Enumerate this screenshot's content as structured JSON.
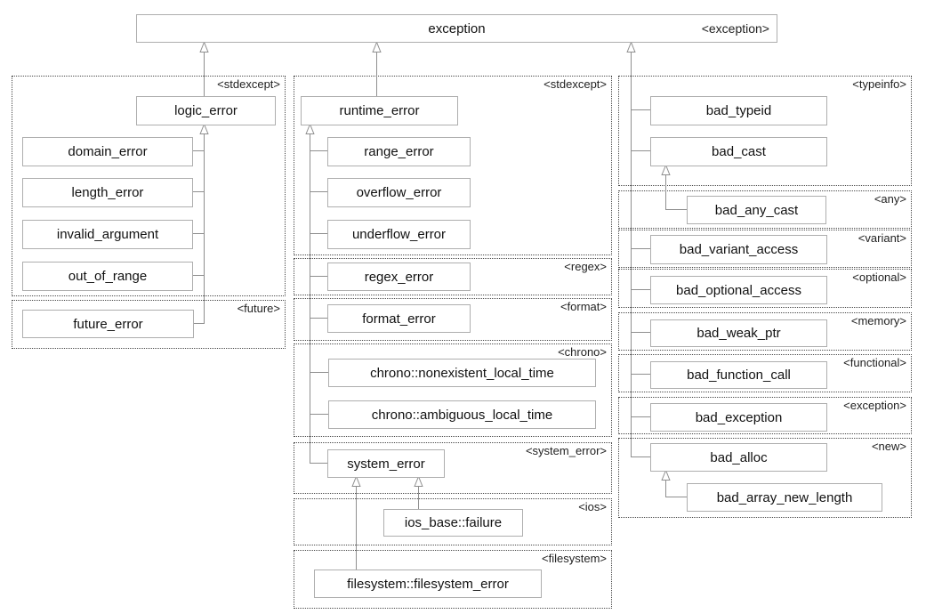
{
  "root": {
    "label": "exception",
    "header": "<exception>"
  },
  "groups": {
    "left_stdexcept": {
      "header": "<stdexcept>"
    },
    "left_future": {
      "header": "<future>"
    },
    "mid_stdexcept": {
      "header": "<stdexcept>"
    },
    "mid_regex": {
      "header": "<regex>"
    },
    "mid_format": {
      "header": "<format>"
    },
    "mid_chrono": {
      "header": "<chrono>"
    },
    "mid_system_error": {
      "header": "<system_error>"
    },
    "mid_ios": {
      "header": "<ios>"
    },
    "mid_filesystem": {
      "header": "<filesystem>"
    },
    "right_typeinfo": {
      "header": "<typeinfo>"
    },
    "right_any": {
      "header": "<any>"
    },
    "right_variant": {
      "header": "<variant>"
    },
    "right_optional": {
      "header": "<optional>"
    },
    "right_memory": {
      "header": "<memory>"
    },
    "right_functional": {
      "header": "<functional>"
    },
    "right_exception": {
      "header": "<exception>"
    },
    "right_new": {
      "header": "<new>"
    }
  },
  "classes": {
    "logic_error": "logic_error",
    "domain_error": "domain_error",
    "length_error": "length_error",
    "invalid_argument": "invalid_argument",
    "out_of_range": "out_of_range",
    "future_error": "future_error",
    "runtime_error": "runtime_error",
    "range_error": "range_error",
    "overflow_error": "overflow_error",
    "underflow_error": "underflow_error",
    "regex_error": "regex_error",
    "format_error": "format_error",
    "chrono_nonexistent_local_time": "chrono::nonexistent_local_time",
    "chrono_ambiguous_local_time": "chrono::ambiguous_local_time",
    "system_error": "system_error",
    "ios_base_failure": "ios_base::failure",
    "filesystem_filesystem_error": "filesystem::filesystem_error",
    "bad_typeid": "bad_typeid",
    "bad_cast": "bad_cast",
    "bad_any_cast": "bad_any_cast",
    "bad_variant_access": "bad_variant_access",
    "bad_optional_access": "bad_optional_access",
    "bad_weak_ptr": "bad_weak_ptr",
    "bad_function_call": "bad_function_call",
    "bad_exception": "bad_exception",
    "bad_alloc": "bad_alloc",
    "bad_array_new_length": "bad_array_new_length"
  },
  "edges": [
    {
      "derived": "logic_error",
      "base": "exception"
    },
    {
      "derived": "runtime_error",
      "base": "exception"
    },
    {
      "derived": "bad_typeid",
      "base": "exception"
    },
    {
      "derived": "bad_cast",
      "base": "exception"
    },
    {
      "derived": "bad_variant_access",
      "base": "exception"
    },
    {
      "derived": "bad_optional_access",
      "base": "exception"
    },
    {
      "derived": "bad_weak_ptr",
      "base": "exception"
    },
    {
      "derived": "bad_function_call",
      "base": "exception"
    },
    {
      "derived": "bad_exception",
      "base": "exception"
    },
    {
      "derived": "bad_alloc",
      "base": "exception"
    },
    {
      "derived": "domain_error",
      "base": "logic_error"
    },
    {
      "derived": "length_error",
      "base": "logic_error"
    },
    {
      "derived": "invalid_argument",
      "base": "logic_error"
    },
    {
      "derived": "out_of_range",
      "base": "logic_error"
    },
    {
      "derived": "future_error",
      "base": "logic_error"
    },
    {
      "derived": "range_error",
      "base": "runtime_error"
    },
    {
      "derived": "overflow_error",
      "base": "runtime_error"
    },
    {
      "derived": "underflow_error",
      "base": "runtime_error"
    },
    {
      "derived": "regex_error",
      "base": "runtime_error"
    },
    {
      "derived": "format_error",
      "base": "runtime_error"
    },
    {
      "derived": "chrono::nonexistent_local_time",
      "base": "runtime_error"
    },
    {
      "derived": "chrono::ambiguous_local_time",
      "base": "runtime_error"
    },
    {
      "derived": "system_error",
      "base": "runtime_error"
    },
    {
      "derived": "ios_base::failure",
      "base": "system_error"
    },
    {
      "derived": "filesystem::filesystem_error",
      "base": "system_error"
    },
    {
      "derived": "bad_any_cast",
      "base": "bad_cast"
    },
    {
      "derived": "bad_array_new_length",
      "base": "bad_alloc"
    }
  ],
  "colors": {
    "background": "#ffffff",
    "box_border": "#aeaeae",
    "group_border": "#4a4a4a",
    "connector": "#8f8f8f",
    "text": "#111111"
  }
}
